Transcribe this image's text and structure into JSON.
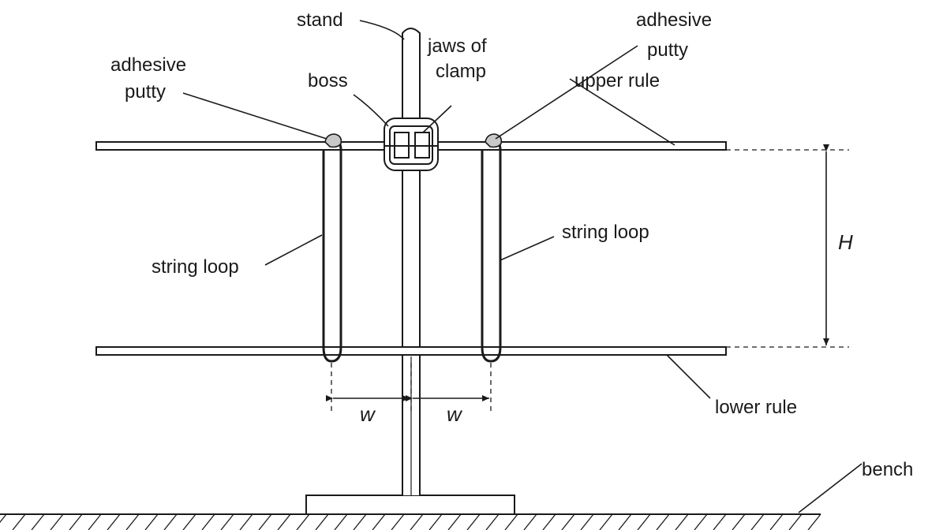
{
  "labels": {
    "stand": "stand",
    "adhesive_putty_left_1": "adhesive",
    "adhesive_putty_left_2": "putty",
    "boss": "boss",
    "jaws_1": "jaws of",
    "jaws_2": "clamp",
    "adhesive_putty_right_1": "adhesive",
    "adhesive_putty_right_2": "putty",
    "upper_rule": "upper rule",
    "string_loop_left": "string loop",
    "string_loop_right": "string loop",
    "height": "H",
    "lower_rule": "lower rule",
    "width_left": "w",
    "width_right": "w",
    "bench": "bench"
  },
  "colors": {
    "line": "#1a1a1a",
    "putty": "#c8c8c8",
    "background": "#ffffff"
  }
}
